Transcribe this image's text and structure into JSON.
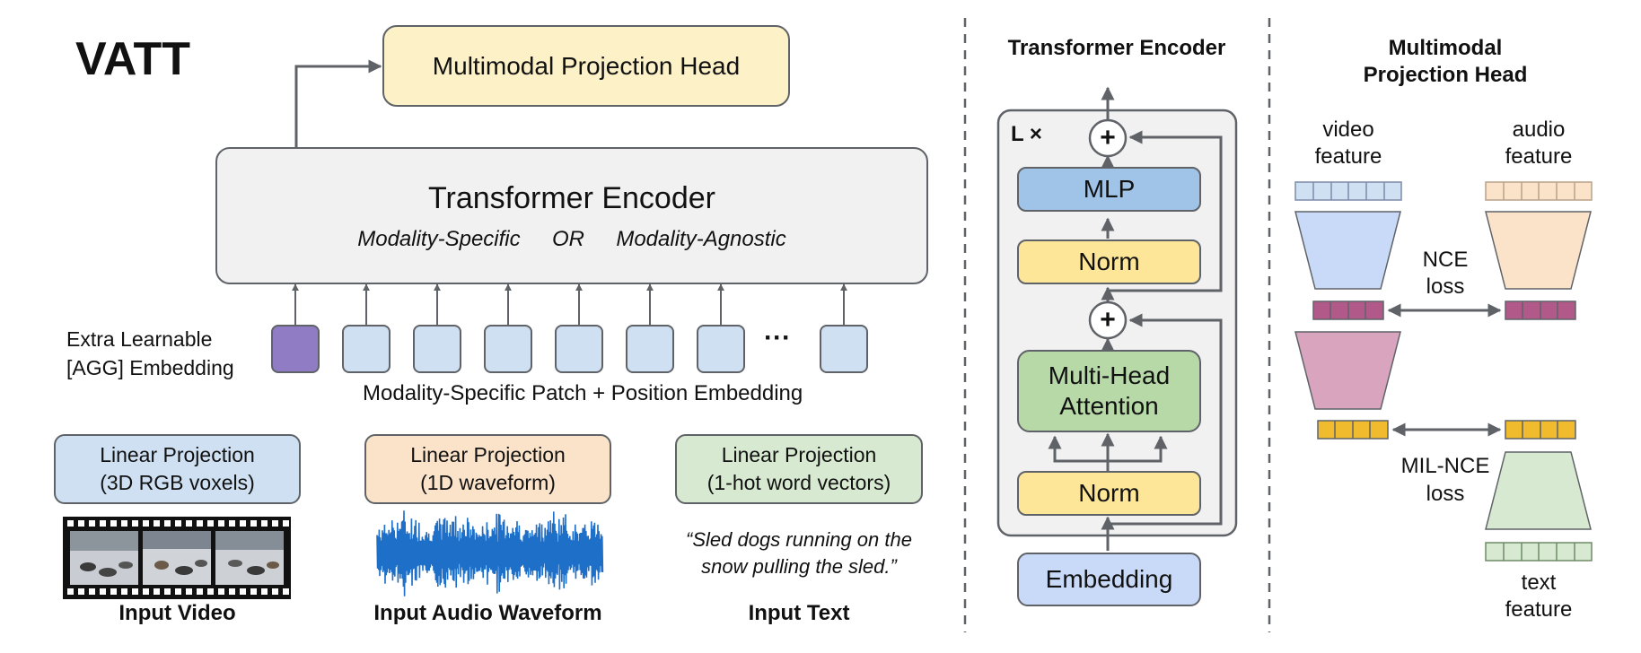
{
  "colors": {
    "stroke": "#5f6368",
    "yellow": "#fdf1c7",
    "gray": "#f1f1f1",
    "blue": "#cfe0f3",
    "orange": "#fbe3ca",
    "green": "#d7ead1",
    "purple": "#8f7cc4",
    "mlp": "#9fc4e8",
    "norm": "#fde698",
    "mha": "#b7d9a8",
    "embed": "#c9daf8",
    "pink": "#d8a4be",
    "mauve": "#b15a8a",
    "gold": "#f0bc2e",
    "audio_wave": "#1e6fc8"
  },
  "left": {
    "title": "VATT",
    "projection_head": "Multimodal Projection Head",
    "encoder_title": "Transformer Encoder",
    "encoder_sub_a": "Modality-Specific",
    "encoder_sub_or": "OR",
    "encoder_sub_b": "Modality-Agnostic",
    "agg_label_1": "Extra Learnable",
    "agg_label_2": "[AGG] Embedding",
    "ellipsis": "···",
    "patch_label": "Modality-Specific Patch + Position Embedding",
    "proj_video": [
      "Linear Projection",
      "(3D RGB voxels)"
    ],
    "proj_audio": [
      "Linear Projection",
      "(1D waveform)"
    ],
    "proj_text": [
      "Linear Projection",
      "(1-hot word vectors)"
    ],
    "quote_1": "“Sled dogs running on the",
    "quote_2": "snow pulling the sled.”",
    "input_video": "Input Video",
    "input_audio": "Input Audio Waveform",
    "input_text": "Input Text"
  },
  "middle": {
    "title": "Transformer Encoder",
    "repeat": "L ×",
    "plus": "+",
    "mlp": "MLP",
    "norm": "Norm",
    "mha_1": "Multi-Head",
    "mha_2": "Attention",
    "embedding": "Embedding"
  },
  "right": {
    "title_1": "Multimodal",
    "title_2": "Projection Head",
    "video_1": "video",
    "video_2": "feature",
    "audio_1": "audio",
    "audio_2": "feature",
    "nce_1": "NCE",
    "nce_2": "loss",
    "milnce_1": "MIL-NCE",
    "milnce_2": "loss",
    "text_1": "text",
    "text_2": "feature"
  }
}
